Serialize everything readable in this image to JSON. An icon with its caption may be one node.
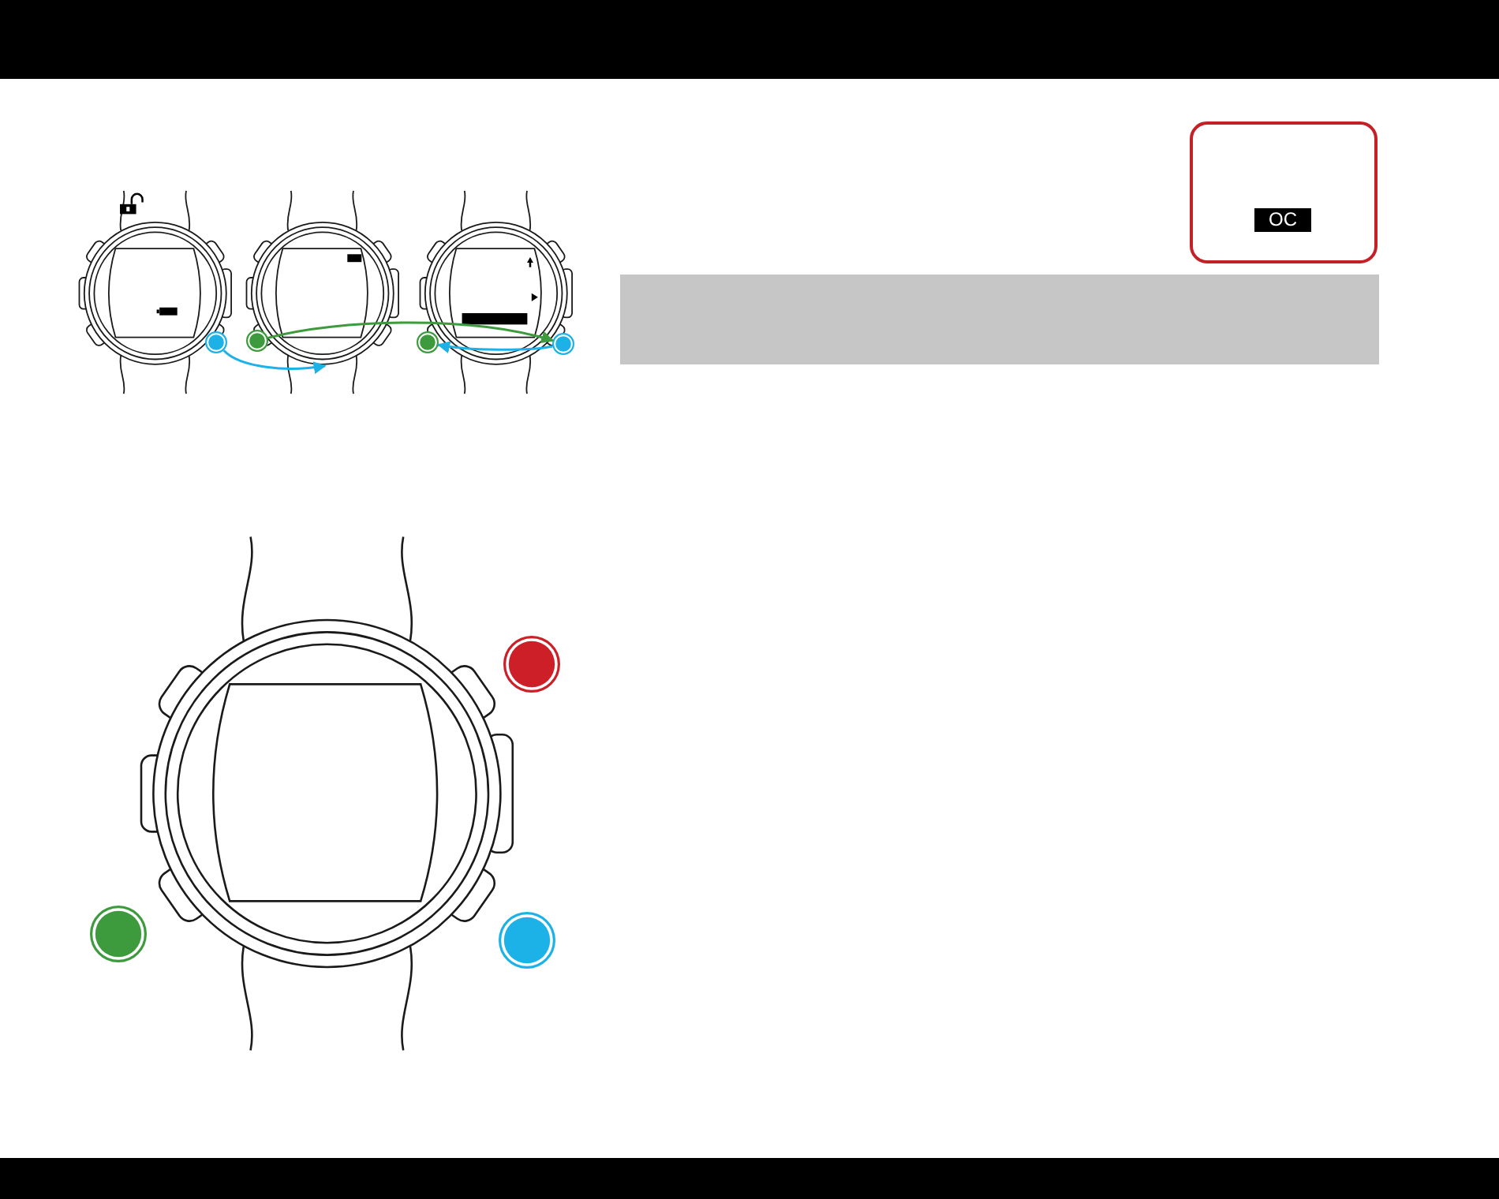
{
  "diagram": {
    "nodes": [
      {
        "text": [],
        "shape": "picture"
      },
      {
        "text": [],
        "shape": "circle",
        "in": 0
      },
      {
        "text": [],
        "shape": "picture"
      },
      {
        "text": [],
        "shape": "circle",
        "in": 2
      },
      {
        "text": [],
        "shape": "picture"
      },
      {
        "text": [],
        "shape": "circle",
        "in": 4
      },
      {
        "text": [],
        "shape": "circle",
        "in": 4
      },
      {
        "text": [
          "OC"
        ]
      },
      {
        "text": [],
        "shape": "box"
      },
      {
        "text": [],
        "shape": "picture"
      },
      {
        "text": [],
        "shape": "circle"
      },
      {
        "text": [],
        "shape": "circle"
      },
      {
        "text": [],
        "shape": "circle"
      }
    ],
    "edges": [
      {
        "from": 1,
        "to": 2,
        "arrow": "to"
      },
      {
        "from": 3,
        "to": 6,
        "arrow": "to",
        "color": "#3d9b3d"
      },
      {
        "from": 6,
        "to": 5,
        "arrow": "to"
      }
    ]
  }
}
